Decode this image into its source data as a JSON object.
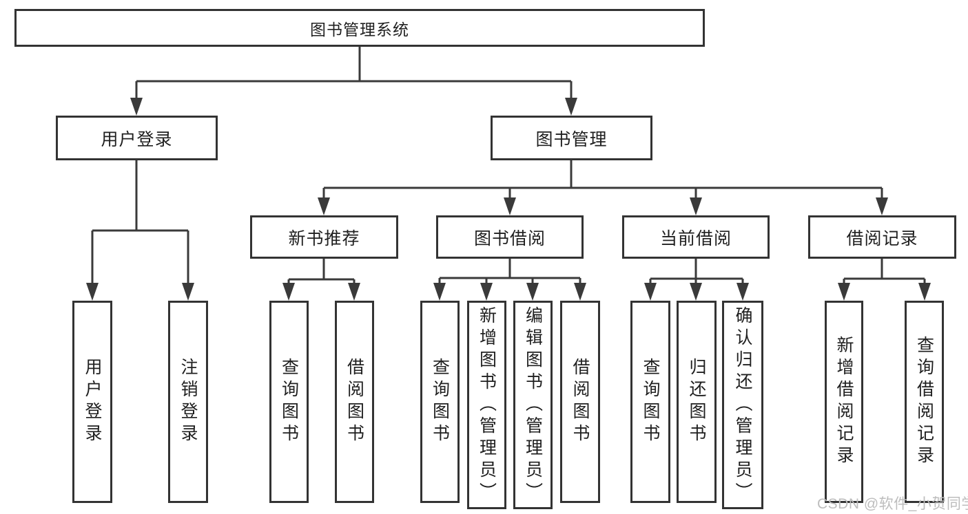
{
  "diagram": {
    "root": {
      "label": "图书管理系统"
    },
    "level2": [
      {
        "id": "user-login",
        "label": "用户登录"
      },
      {
        "id": "book-management",
        "label": "图书管理"
      }
    ],
    "level3": [
      {
        "id": "new-book-recommend",
        "label": "新书推荐"
      },
      {
        "id": "book-borrowing",
        "label": "图书借阅"
      },
      {
        "id": "current-borrowing",
        "label": "当前借阅"
      },
      {
        "id": "borrowing-records",
        "label": "借阅记录"
      }
    ],
    "leaves": [
      {
        "parent": "用户登录",
        "label": "用户登录"
      },
      {
        "parent": "用户登录",
        "label": "注销登录"
      },
      {
        "parent": "新书推荐",
        "label": "查询图书"
      },
      {
        "parent": "新书推荐",
        "label": "借阅图书"
      },
      {
        "parent": "图书借阅",
        "label": "查询图书"
      },
      {
        "parent": "图书借阅",
        "label": "新增图书（管理员）"
      },
      {
        "parent": "图书借阅",
        "label": "编辑图书（管理员）"
      },
      {
        "parent": "图书借阅",
        "label": "借阅图书"
      },
      {
        "parent": "当前借阅",
        "label": "查询图书"
      },
      {
        "parent": "当前借阅",
        "label": "归还图书"
      },
      {
        "parent": "当前借阅",
        "label": "确认归还（管理员）"
      },
      {
        "parent": "借阅记录",
        "label": "新增借阅记录"
      },
      {
        "parent": "借阅记录",
        "label": "查询借阅记录"
      }
    ],
    "watermark": "CSDN @软件_小贺同学",
    "colors": {
      "line": "#3a3a3a",
      "border": "#333333",
      "text": "#1f1f1f",
      "watermark": "#bdbdbd",
      "background": "#ffffff"
    }
  }
}
